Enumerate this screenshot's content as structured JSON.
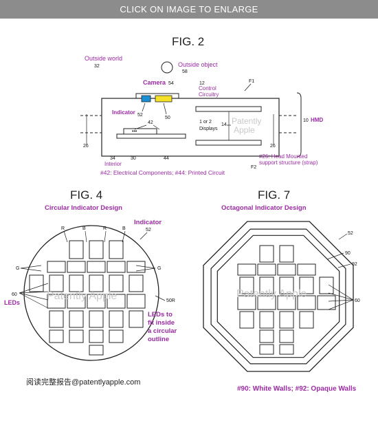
{
  "top_bar": {
    "label": "CLICK ON IMAGE TO ENLARGE"
  },
  "fig2": {
    "title": "FIG. 2",
    "outside_world": "Outside world",
    "n32": "32",
    "outside_object": "Outside object",
    "n58": "58",
    "camera": "Camera",
    "n54": "54",
    "n12": "12",
    "control": "Control",
    "circuitry": "Circuitry",
    "f1": "F1",
    "indicator": "Indicator",
    "n52": "52",
    "n50": "50",
    "n42": "42",
    "dots": "•••",
    "displays_1": "1 or 2",
    "displays_2": "Displays",
    "n14": "14",
    "wm1": "Patently",
    "wm2": "Apple",
    "n10": "10",
    "hmd": "HMD",
    "n26": "26",
    "n34": "34",
    "n30": "30",
    "n44": "44",
    "interior": "Interior",
    "note26a": "#26: Head Mounted",
    "note26b": "support structure (strap)",
    "f2": "F2",
    "caption": "#42: Electrical Components; #44: Printed Circuit"
  },
  "fig4": {
    "title": "FIG. 4",
    "subtitle": "Circular Indicator Design",
    "indicator": "Indicator",
    "n52": "52",
    "r": "R",
    "b": "B",
    "g": "G",
    "n60": "60",
    "leds": "LEDs",
    "n50r": "50R",
    "note1": "LEDs to",
    "note2": "fit inside",
    "note3": "a circular",
    "note4": "outline",
    "watermark": "Patently Apple"
  },
  "fig7": {
    "title": "FIG. 7",
    "subtitle": "Octagonal Indicator Design",
    "n52": "52",
    "n90": "90",
    "n92": "92",
    "n60": "60",
    "watermark": "Patently Apple",
    "caption": "#90: White Walls; #92: Opaque Walls"
  },
  "footer": {
    "text": "阅读完整报告@patentlyapple.com"
  },
  "colors": {
    "purple": "#9b2aa3",
    "camera_yellow": "#f5e02a",
    "indicator_blue": "#1a8fd6",
    "top_bar": "#8c8c8c"
  }
}
